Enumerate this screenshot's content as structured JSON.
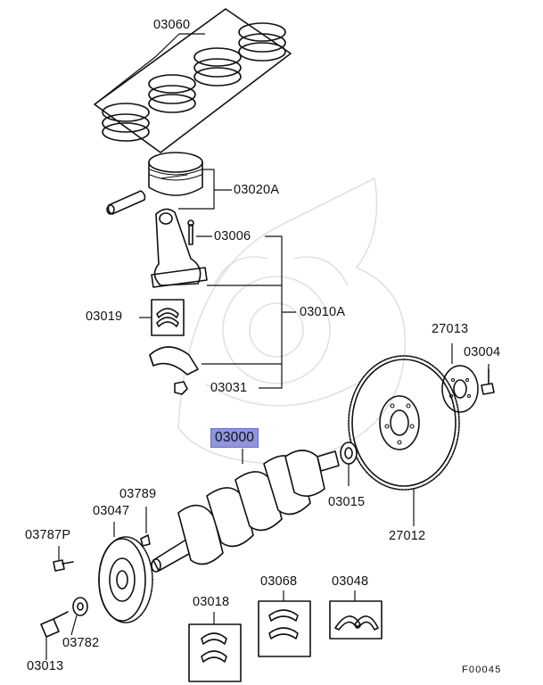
{
  "diagram": {
    "callouts": {
      "p03060": "03060",
      "p03020A": "03020A",
      "p03006": "03006",
      "p03019": "03019",
      "p03010A": "03010A",
      "p03031": "03031",
      "p27013": "27013",
      "p03004": "03004",
      "p03000": "03000",
      "p03015": "03015",
      "p27012": "27012",
      "p03789": "03789",
      "p03047": "03047",
      "p03787P": "03787P",
      "p03018": "03018",
      "p03068": "03068",
      "p03048": "03048",
      "p03782": "03782",
      "p03013": "03013"
    },
    "highlighted_part": "03000",
    "figure_code": "F00045",
    "highlight_color": "#8f95df"
  }
}
